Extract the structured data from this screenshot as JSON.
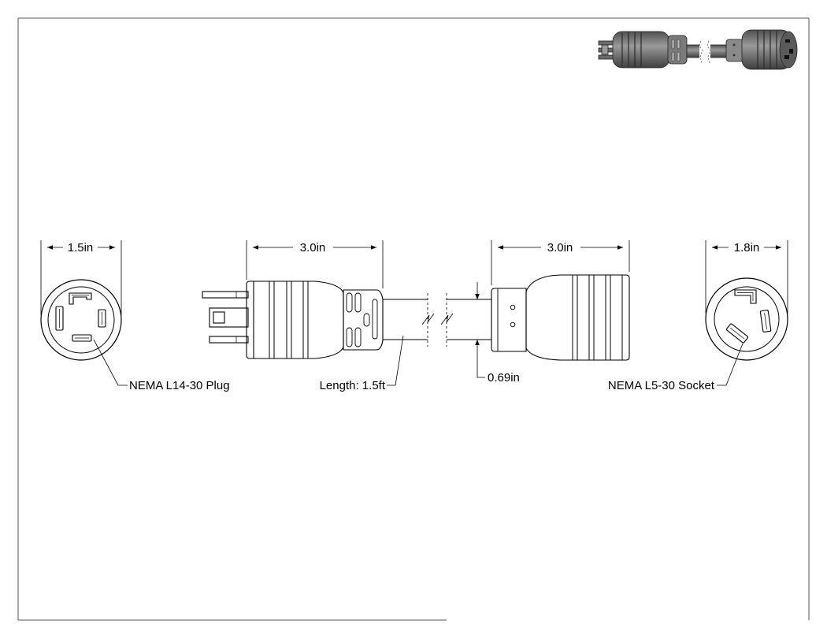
{
  "dimensions": {
    "plug_face_diameter": "1.5in",
    "plug_length": "3.0in",
    "socket_length": "3.0in",
    "socket_face_diameter": "1.8in",
    "cable_diameter": "0.69in"
  },
  "callouts": {
    "plug": "NEMA L14-30 Plug",
    "cable_length": "Length: 1.5ft",
    "socket": "NEMA L5-30 Socket"
  },
  "colors": {
    "line": "#000000",
    "dim_line": "#333333",
    "frame": "#555555",
    "thumb_dark": "#5e5e5e",
    "thumb_mid": "#8a8a8a",
    "thumb_light": "#bdbdbd"
  }
}
